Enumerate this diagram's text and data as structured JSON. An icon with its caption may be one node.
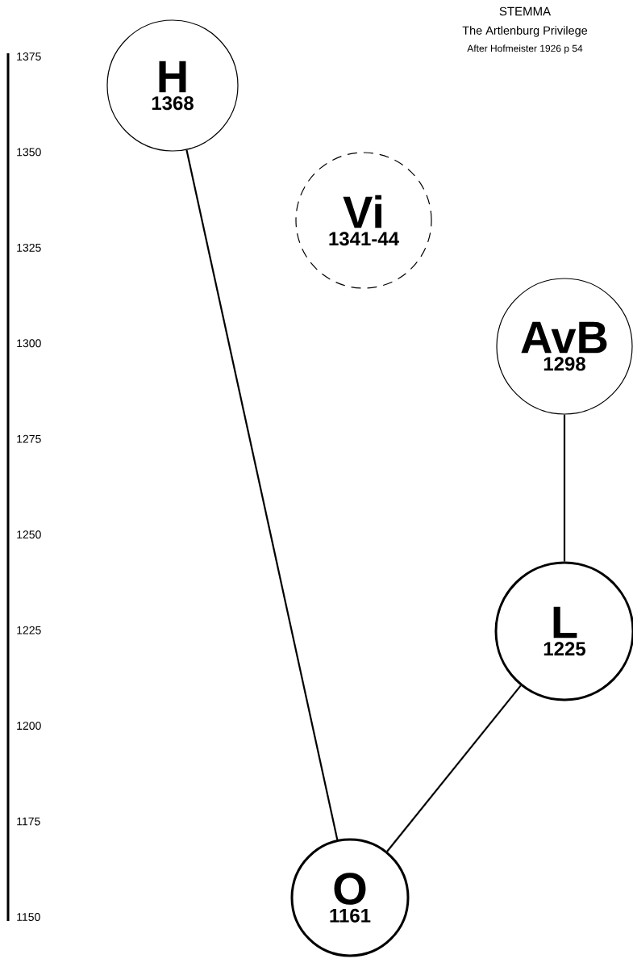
{
  "diagram": {
    "title": "STEMMA",
    "nodes": [
      {
        "text": [
          "H",
          "1368"
        ]
      },
      {
        "text": [
          "Vi",
          "1341-44"
        ]
      },
      {
        "text": [
          "AvB",
          "1298"
        ]
      },
      {
        "text": [
          "L",
          "1225"
        ]
      },
      {
        "text": [
          "O",
          "1161"
        ]
      }
    ],
    "edges": [
      {
        "from": 4,
        "to": 0,
        "arrow": "none"
      },
      {
        "from": 4,
        "to": 3,
        "arrow": "none"
      },
      {
        "from": 3,
        "to": 2,
        "arrow": "none"
      }
    ],
    "labels": [
      "The Artlenburg Privilege",
      "After Hofmeister 1926 p 54",
      "1375",
      "1350",
      "1325",
      "1300",
      "1275",
      "1250",
      "1225",
      "1200",
      "1175",
      "1150"
    ]
  }
}
